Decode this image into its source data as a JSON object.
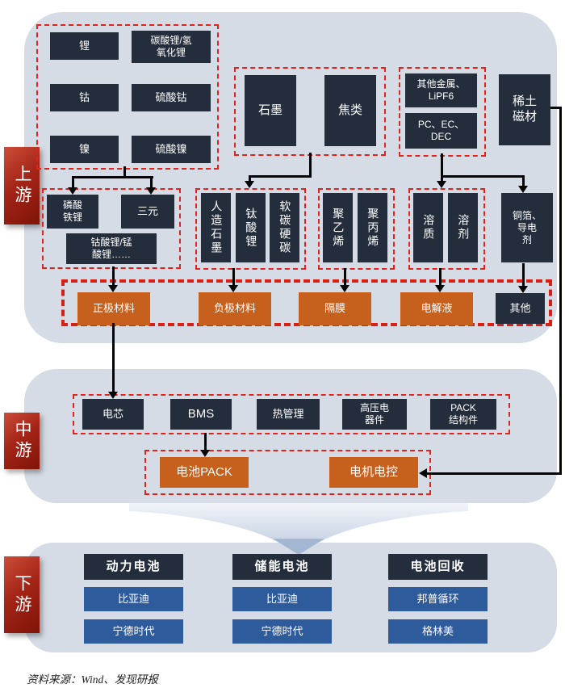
{
  "stages": {
    "upstream": "上游",
    "midstream": "中游",
    "downstream": "下游"
  },
  "upstream": {
    "minerals": {
      "lithium": "锂",
      "lithium_carbonate_hydroxide": "碳酸锂/氢\n氧化锂",
      "cobalt": "钴",
      "cobalt_sulfate": "硫酸钴",
      "nickel": "镍",
      "nickel_sulfate": "硫酸镍"
    },
    "carbon": {
      "graphite": "石墨",
      "coke": "焦类"
    },
    "electrolyte_raw": {
      "other_metals_lipf6": "其他金属、\nLiPF6",
      "pc_ec_dec": "PC、EC、\nDEC"
    },
    "rare_earth_magnet": "稀土\n磁材",
    "cathode_precursors": {
      "lfp": "磷酸\n铁锂",
      "ternary": "三元",
      "lco_lmo": "钴酸锂/锰\n酸锂……"
    },
    "anode_routes": {
      "artificial_graphite": "人造石墨",
      "lto": "钛酸锂",
      "soft_hard_carbon": "软碳硬碳"
    },
    "separator_raw": {
      "pe": "聚乙烯",
      "pp": "聚丙烯"
    },
    "electrolyte_parts": {
      "solute": "溶质",
      "solvent": "溶剂"
    },
    "copper_foil_conductive": "铜箔、\n导电\n剂",
    "components": {
      "cathode": "正极材料",
      "anode": "负极材料",
      "separator": "隔膜",
      "electrolyte": "电解液",
      "other": "其他"
    }
  },
  "midstream": {
    "modules": {
      "cell": "电芯",
      "bms": "BMS",
      "thermal": "热管理",
      "high_voltage": "高压电\n器件",
      "pack_parts": "PACK\n结构件"
    },
    "assembly": {
      "battery_pack": "电池PACK",
      "motor_control": "电机电控"
    }
  },
  "downstream": {
    "columns": [
      {
        "title": "动力电池",
        "companies": [
          "比亚迪",
          "宁德时代"
        ]
      },
      {
        "title": "储能电池",
        "companies": [
          "比亚迪",
          "宁德时代"
        ]
      },
      {
        "title": "电池回收",
        "companies": [
          "邦普循环",
          "格林美"
        ]
      }
    ]
  },
  "source_note": "资料来源：Wind、发现研报",
  "colors": {
    "panel": "#d6dce5",
    "node_dark": "#242d3c",
    "node_orange": "#c7601c",
    "node_blue": "#2e5b9c",
    "dash_red": "#e3231a",
    "stage_red": "#a52517"
  }
}
